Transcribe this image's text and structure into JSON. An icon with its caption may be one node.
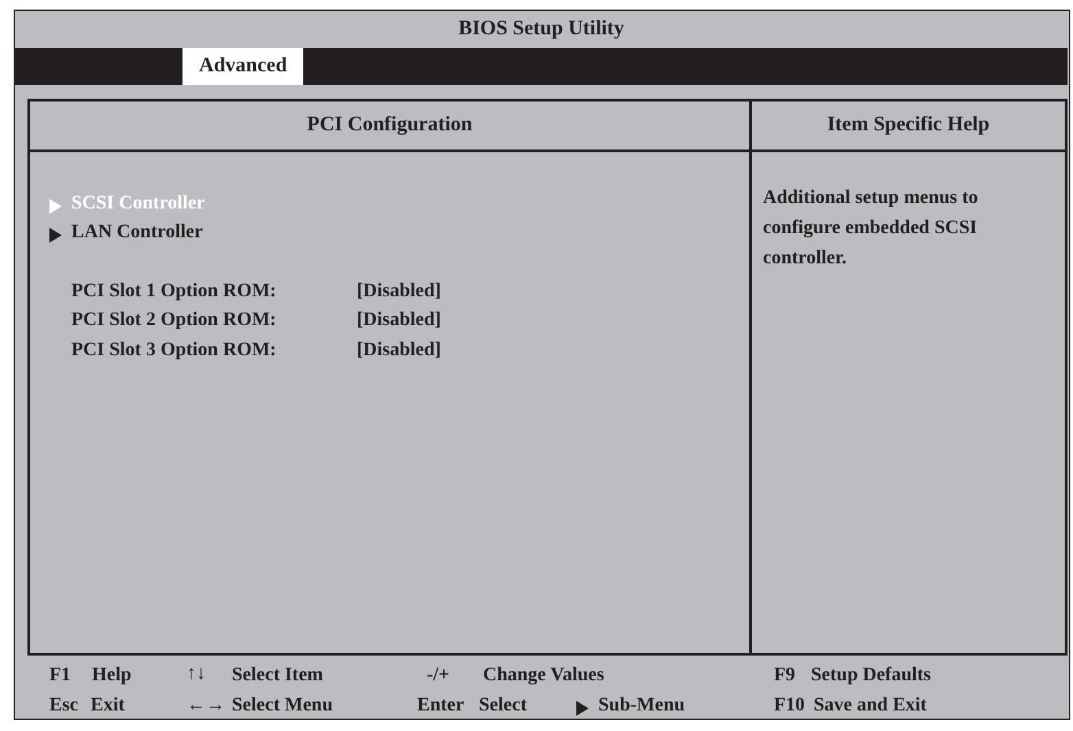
{
  "diagram": {
    "title": "BIOS Setup Utility",
    "nodes": [
      {
        "text": [
          "Advanced"
        ]
      },
      {
        "text": [
          "PCI Configuration"
        ]
      },
      {
        "text": [
          "Item Specific Help",
          "Additional setup menus to configure embedded SCSI controller."
        ]
      }
    ],
    "labels": [
      "SCSI Controller",
      "LAN Controller",
      "PCI Slot 1 Option ROM:",
      "[Disabled]",
      "PCI Slot 2 Option ROM:",
      "[Disabled]",
      "PCI Slot 3 Option ROM:",
      "[Disabled]",
      "F1",
      "Help",
      "↑↓",
      "Select Item",
      "-/+",
      "Change Values",
      "F9",
      "Setup Defaults",
      "Esc",
      "Exit",
      "←→",
      "Select Menu",
      "Enter",
      "Select",
      "Sub-Menu",
      "F10",
      "Save and Exit"
    ]
  }
}
